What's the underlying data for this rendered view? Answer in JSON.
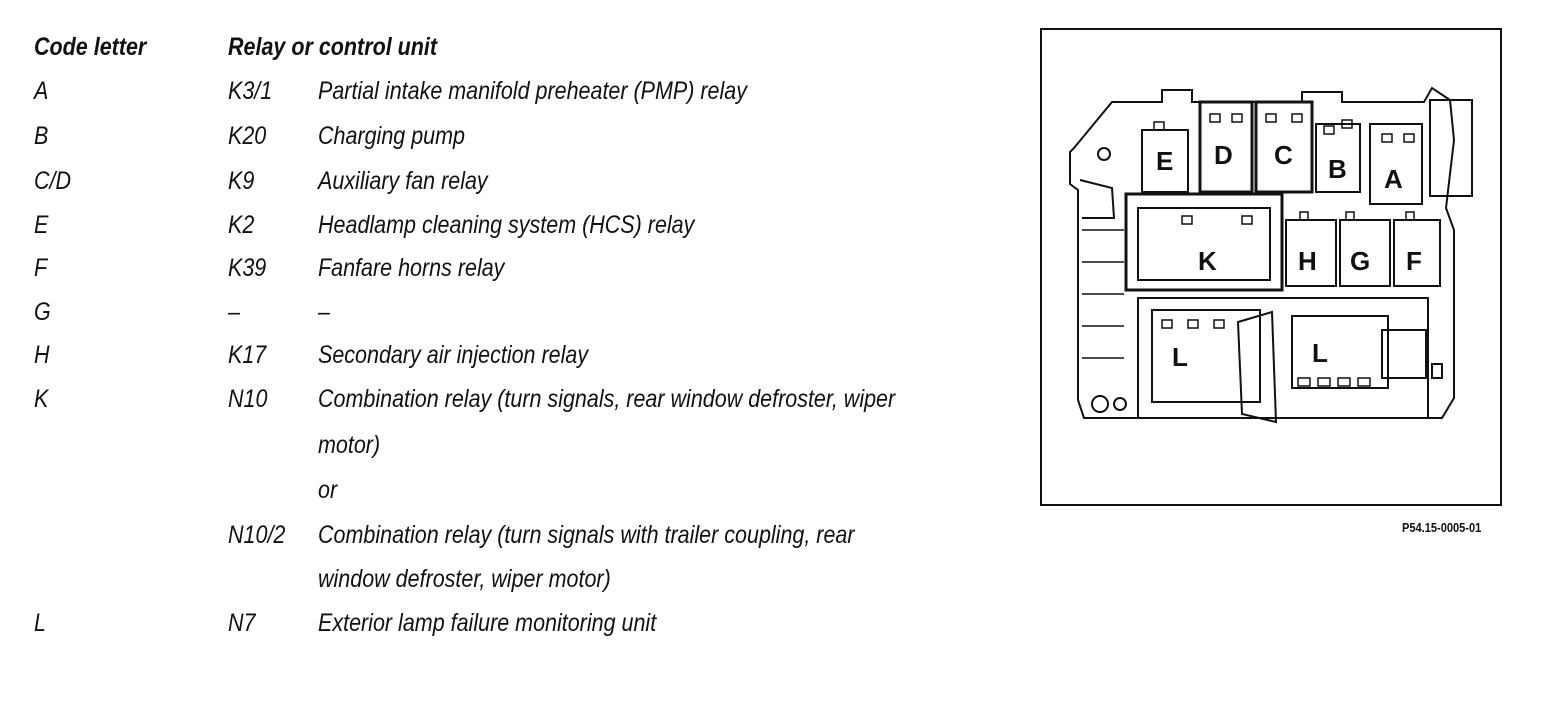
{
  "header": {
    "code_col": "Code letter",
    "relay_col": "Relay or control unit"
  },
  "rows": [
    {
      "code": "A",
      "id": "K3/1",
      "desc": "Partial intake manifold preheater (PMP) relay"
    },
    {
      "code": "B",
      "id": "K20",
      "desc": "Charging pump"
    },
    {
      "code": "C/D",
      "id": "K9",
      "desc": "Auxiliary fan relay"
    },
    {
      "code": "E",
      "id": "K2",
      "desc": "Headlamp cleaning system (HCS) relay"
    },
    {
      "code": "F",
      "id": "K39",
      "desc": "Fanfare horns relay"
    },
    {
      "code": "G",
      "id": "–",
      "desc": "–"
    },
    {
      "code": "H",
      "id": "K17",
      "desc": "Secondary air injection relay"
    },
    {
      "code": "K",
      "id": "N10",
      "desc": "Combination relay (turn signals, rear window defroster, wiper"
    },
    {
      "code": "",
      "id": "",
      "desc": "motor)"
    },
    {
      "code": "",
      "id": "",
      "desc": "or"
    },
    {
      "code": "",
      "id": "N10/2",
      "desc": "Combination relay (turn signals with trailer coupling, rear"
    },
    {
      "code": "",
      "id": "",
      "desc": "window defroster, wiper motor)"
    },
    {
      "code": "L",
      "id": "N7",
      "desc": "Exterior lamp failure monitoring unit"
    }
  ],
  "diagram": {
    "labels": {
      "A": "A",
      "B": "B",
      "C": "C",
      "D": "D",
      "E": "E",
      "F": "F",
      "G": "G",
      "H": "H",
      "K": "K",
      "L1": "L",
      "L2": "L"
    },
    "figure_ref": "P54.15-0005-01"
  }
}
